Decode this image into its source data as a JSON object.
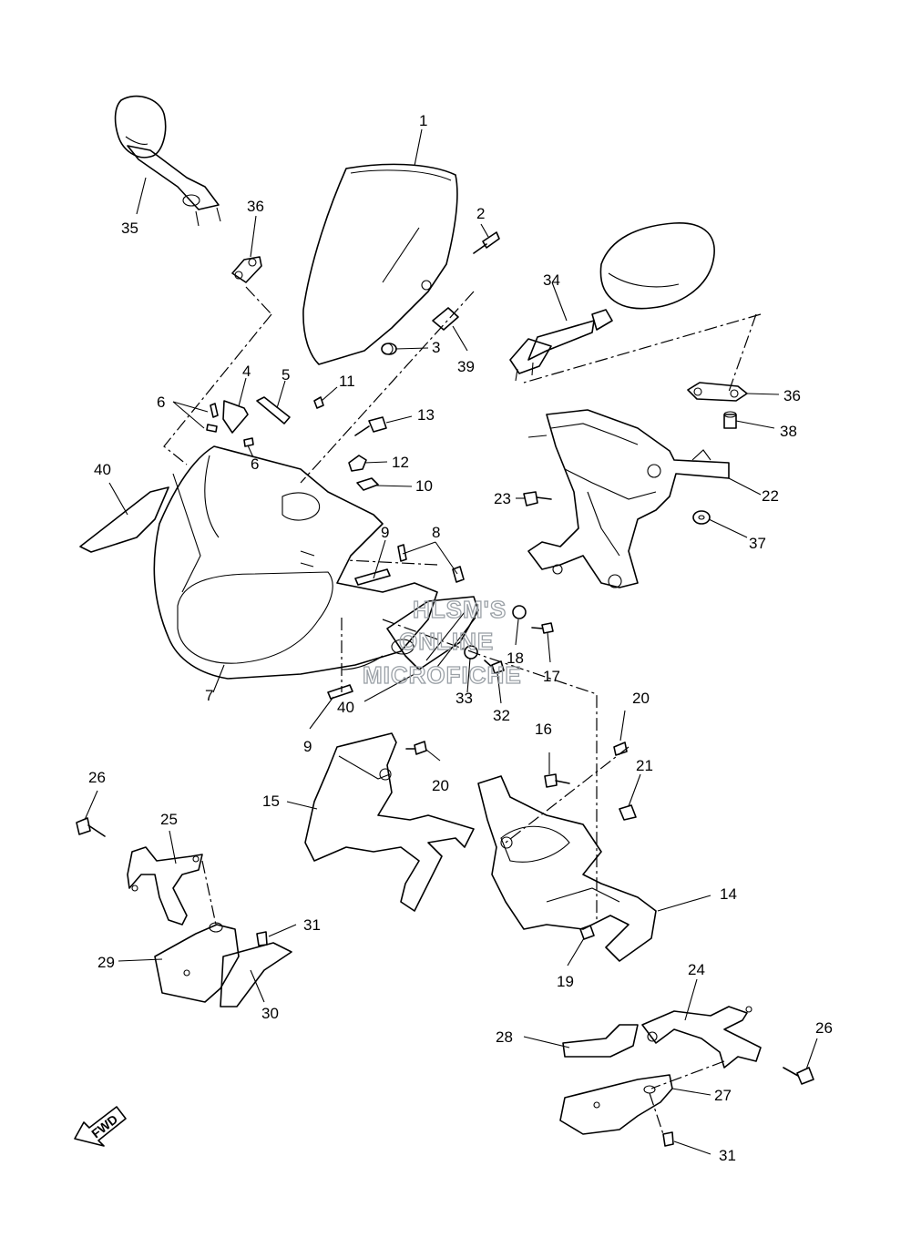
{
  "diagram": {
    "watermark": [
      "HLSM'S",
      "ONLINE",
      "MICROFICHE"
    ],
    "fwd_label": "FWD",
    "callouts": {
      "c1": "1",
      "c2": "2",
      "c3": "3",
      "c4": "4",
      "c5": "5",
      "c6a": "6",
      "c6b": "6",
      "c7": "7",
      "c8": "8",
      "c9a": "9",
      "c9b": "9",
      "c10": "10",
      "c11": "11",
      "c12": "12",
      "c13": "13",
      "c14": "14",
      "c15": "15",
      "c16": "16",
      "c17": "17",
      "c18": "18",
      "c19": "19",
      "c20a": "20",
      "c20b": "20",
      "c21": "21",
      "c22": "22",
      "c23": "23",
      "c24": "24",
      "c25": "25",
      "c26a": "26",
      "c26b": "26",
      "c27": "27",
      "c28": "28",
      "c29": "29",
      "c30": "30",
      "c31a": "31",
      "c31b": "31",
      "c32": "32",
      "c33": "33",
      "c34": "34",
      "c35": "35",
      "c36a": "36",
      "c36b": "36",
      "c37": "37",
      "c38": "38",
      "c39": "39",
      "c40a": "40",
      "c40b": "40"
    }
  }
}
